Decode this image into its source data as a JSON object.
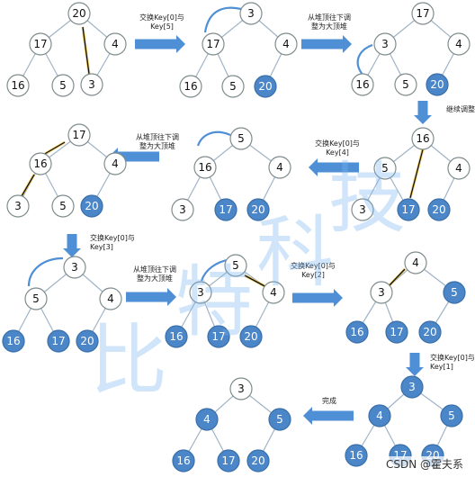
{
  "steps": [
    {
      "line1": "交换Key[0]与",
      "line2": "Key[5]"
    },
    {
      "line1": "从堆顶往下调",
      "line2": "整为大顶堆"
    },
    {
      "line1": "继续调整",
      "line2": ""
    },
    {
      "line1": "从堆顶往下调",
      "line2": "整为大顶堆"
    },
    {
      "line1": "交换Key[0]与",
      "line2": "Key[4]"
    },
    {
      "line1": "交换Key[0]与",
      "line2": "Key[3]"
    },
    {
      "line1": "从堆顶往下调",
      "line2": "整为大顶堆"
    },
    {
      "line1": "交换Key[0]与",
      "line2": "Key[2]"
    },
    {
      "line1": "交换Key[0]与",
      "line2": "Key[1]"
    },
    {
      "line1": "完成",
      "line2": ""
    }
  ],
  "trees": [
    {
      "nodes": [
        "20",
        "17",
        "4",
        "16",
        "5",
        "3"
      ],
      "sorted": [
        false,
        false,
        false,
        false,
        false,
        false
      ]
    },
    {
      "nodes": [
        "3",
        "17",
        "4",
        "16",
        "5",
        "20"
      ],
      "sorted": [
        false,
        false,
        false,
        false,
        false,
        true
      ]
    },
    {
      "nodes": [
        "17",
        "3",
        "4",
        "16",
        "5",
        "20"
      ],
      "sorted": [
        false,
        false,
        false,
        false,
        false,
        true
      ]
    },
    {
      "nodes": [
        "17",
        "16",
        "4",
        "3",
        "5",
        "20"
      ],
      "sorted": [
        false,
        false,
        false,
        false,
        false,
        true
      ]
    },
    {
      "nodes": [
        "5",
        "16",
        "4",
        "3",
        "17",
        "20"
      ],
      "sorted": [
        false,
        false,
        false,
        false,
        true,
        true
      ]
    },
    {
      "nodes": [
        "16",
        "5",
        "4",
        "3",
        "17",
        "20"
      ],
      "sorted": [
        false,
        false,
        false,
        false,
        true,
        true
      ]
    },
    {
      "nodes": [
        "3",
        "5",
        "4",
        "16",
        "17",
        "20"
      ],
      "sorted": [
        false,
        false,
        false,
        true,
        true,
        true
      ]
    },
    {
      "nodes": [
        "5",
        "3",
        "4",
        "16",
        "17",
        "20"
      ],
      "sorted": [
        false,
        false,
        false,
        true,
        true,
        true
      ]
    },
    {
      "nodes": [
        "4",
        "3",
        "5",
        "16",
        "17",
        "20"
      ],
      "sorted": [
        false,
        false,
        true,
        true,
        true,
        true
      ]
    },
    {
      "nodes": [
        "3",
        "4",
        "5",
        "16",
        "17",
        "20"
      ],
      "sorted": [
        false,
        true,
        true,
        true,
        true,
        true
      ]
    },
    {
      "nodes": [
        "3",
        "4",
        "5",
        "16",
        "17",
        "20"
      ],
      "sorted": [
        true,
        true,
        true,
        true,
        true,
        true
      ]
    }
  ],
  "watermark": {
    "chars": [
      "比",
      "特",
      "科",
      "技"
    ]
  },
  "attribution": "CSDN @霍夫系"
}
